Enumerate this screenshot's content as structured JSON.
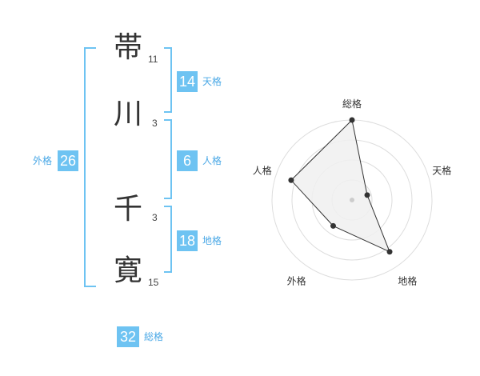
{
  "name": {
    "chars": [
      {
        "char": "帯",
        "strokes": "11"
      },
      {
        "char": "川",
        "strokes": "3"
      },
      {
        "char": "千",
        "strokes": "3"
      },
      {
        "char": "寛",
        "strokes": "15"
      }
    ]
  },
  "fortune": {
    "tenkaku": {
      "label": "天格",
      "value": "14"
    },
    "jinkaku": {
      "label": "人格",
      "value": "6"
    },
    "chikaku": {
      "label": "地格",
      "value": "18"
    },
    "gaikaku": {
      "label": "外格",
      "value": "26"
    },
    "soukaku": {
      "label": "総格",
      "value": "32"
    }
  },
  "accent_color": "#6ec3f2",
  "chart_data": {
    "type": "radar",
    "axes": [
      "総格",
      "天格",
      "地格",
      "外格",
      "人格"
    ],
    "values": [
      5,
      1,
      4,
      2,
      4
    ],
    "range": [
      0,
      5
    ],
    "rings": 4,
    "fill": "#f0f0f0",
    "line": "#333333"
  }
}
